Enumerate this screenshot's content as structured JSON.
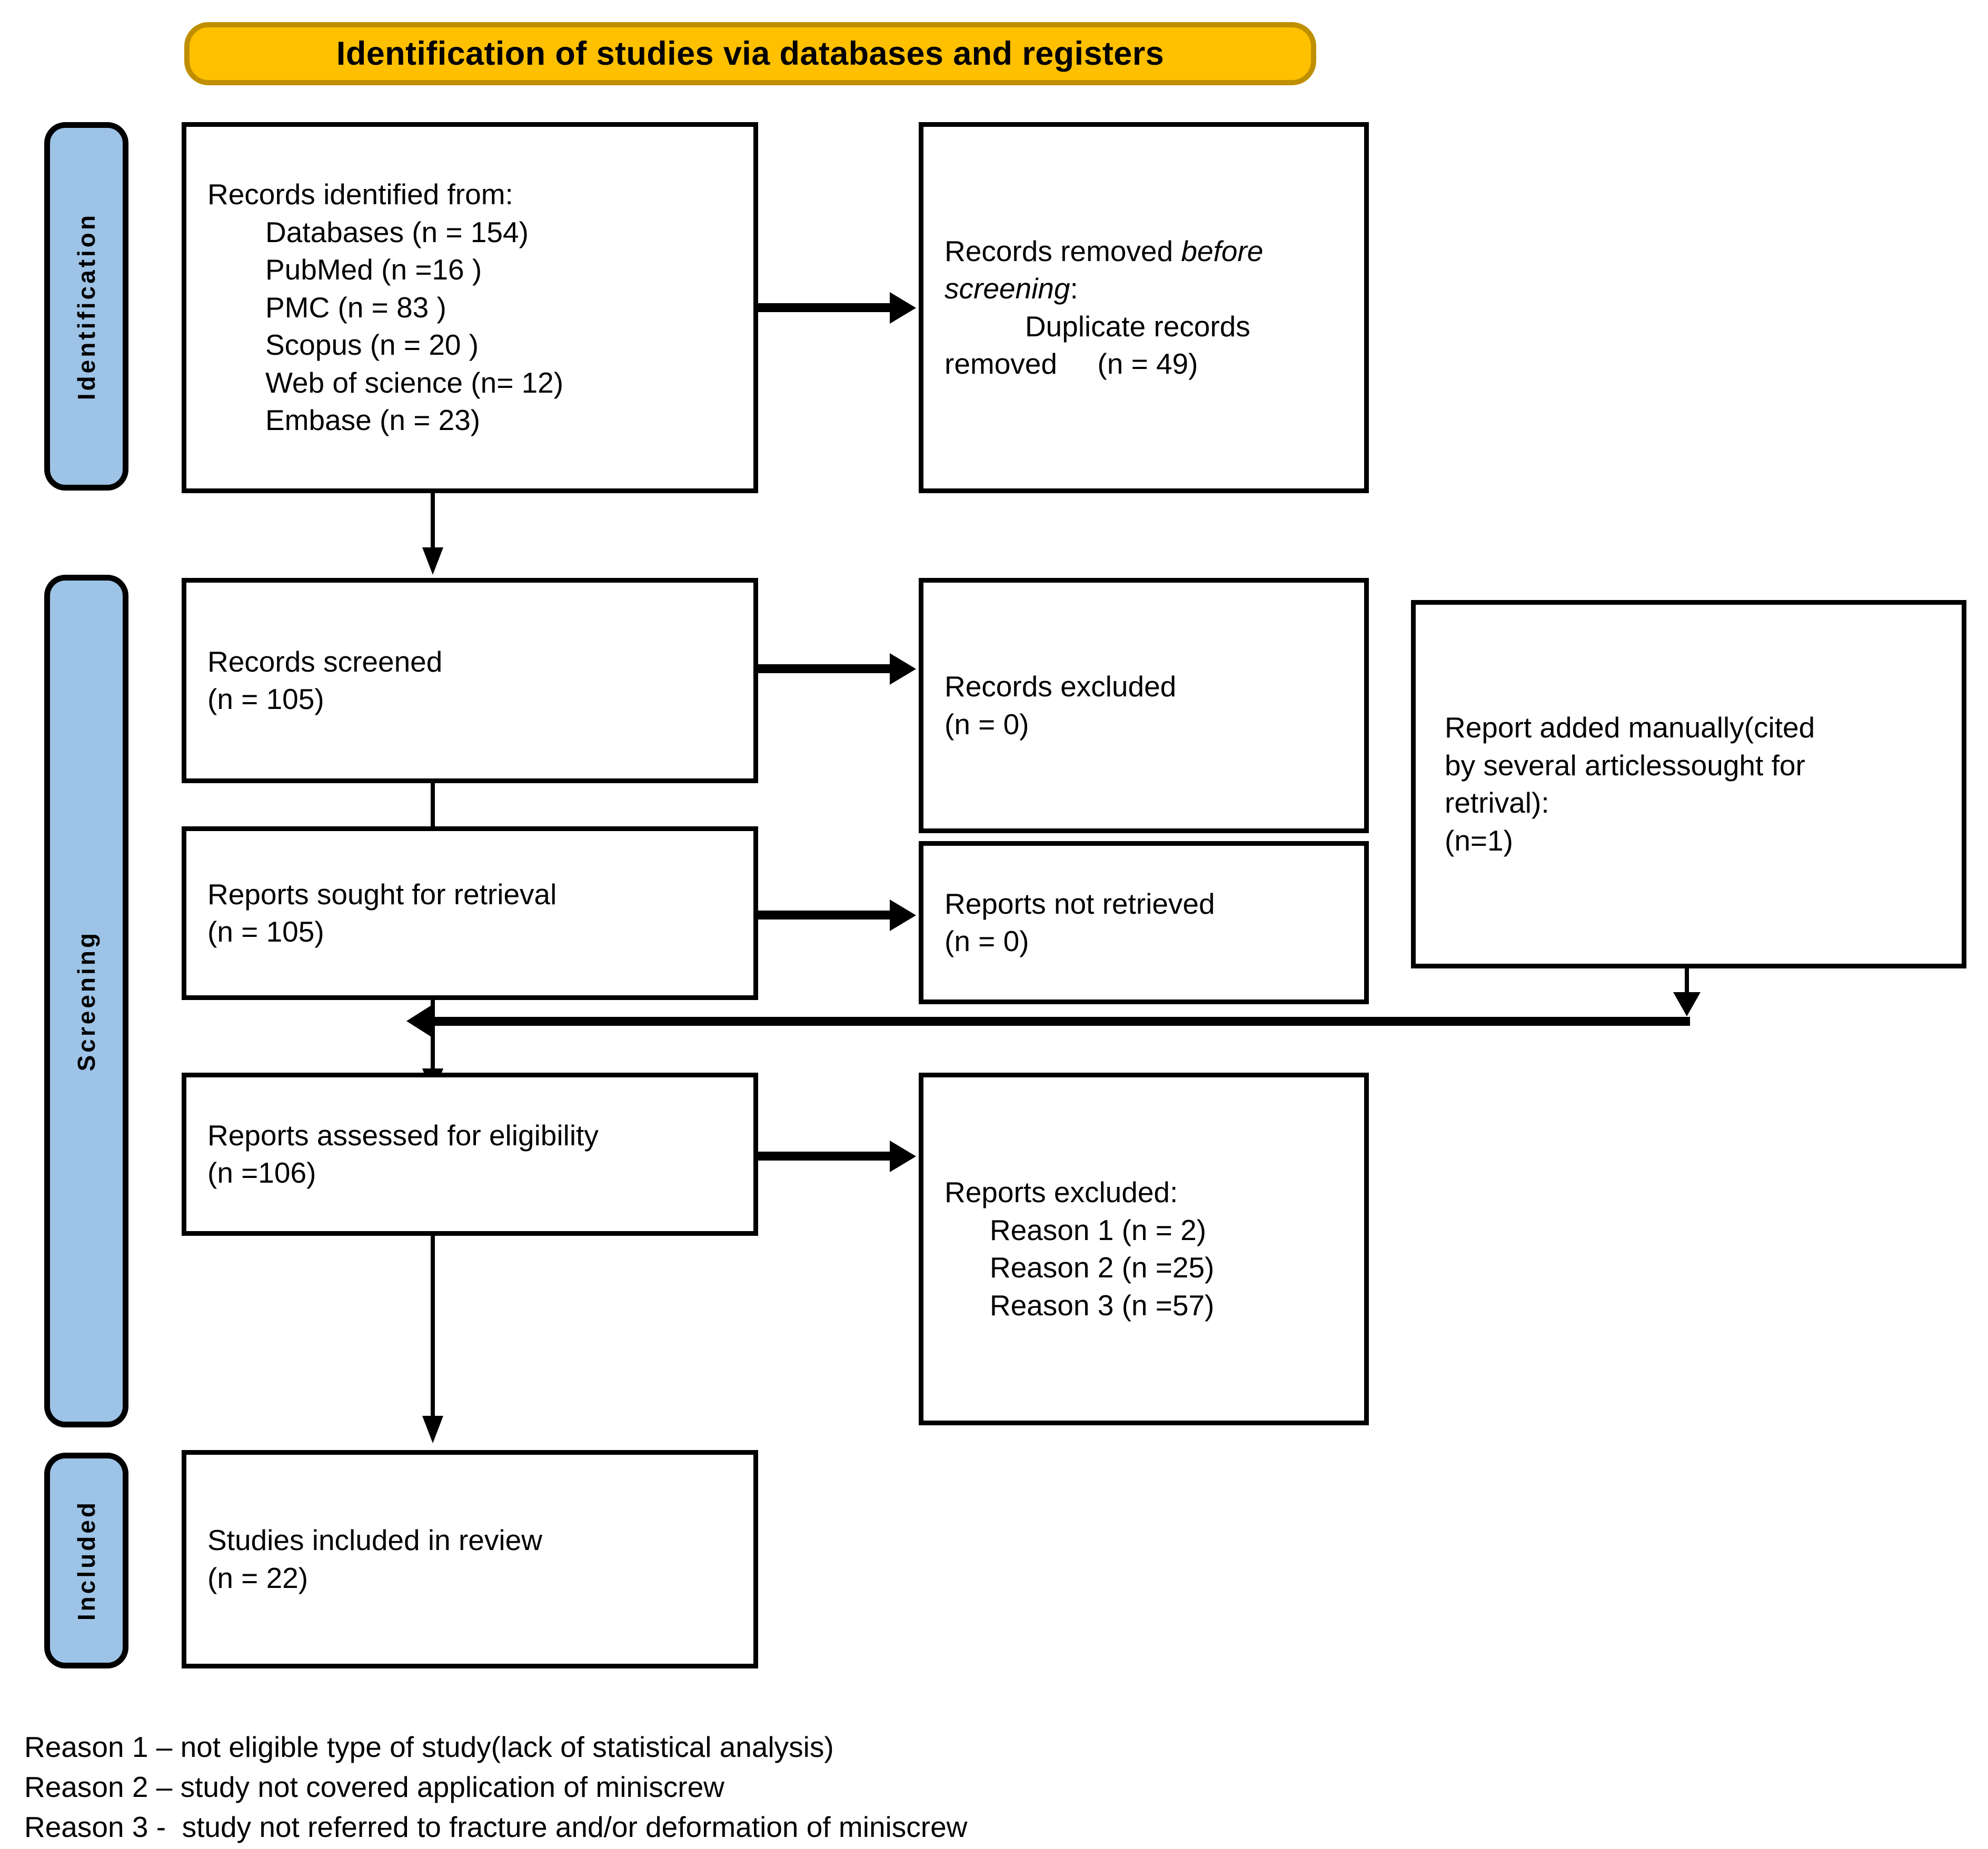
{
  "diagram": {
    "title": "PRISMA 2020 flow diagram",
    "colors": {
      "banner_fill": "#FFC000",
      "banner_border": "#BF8F00",
      "stage_fill": "#9DC3E6",
      "line": "#000000",
      "box_fill": "#FFFFFF"
    }
  },
  "banner": {
    "label": "Identification of studies via databases and registers"
  },
  "stages": [
    {
      "id": "identification",
      "label": "Identification"
    },
    {
      "id": "screening",
      "label": "Screening"
    },
    {
      "id": "included",
      "label": "Included"
    }
  ],
  "boxes": {
    "records_identified": {
      "heading": "Records identified from:",
      "sources": [
        "Databases (n = 154)",
        "PubMed (n =16 )",
        "PMC (n = 83 )",
        "Scopus (n = 20 )",
        "Web of science (n= 12)",
        "Embase (n = 23)"
      ]
    },
    "records_removed": {
      "line1_plain": "Records removed ",
      "line1_italic": "before",
      "line2_italic": "screening",
      "line2_plain": ":",
      "line3": "          Duplicate records",
      "line4": "removed     (n = 49)"
    },
    "records_screened": {
      "line1": "Records screened",
      "line2": "(n = 105)"
    },
    "records_excluded": {
      "line1": "Records excluded",
      "line2": "(n = 0)"
    },
    "reports_sought": {
      "line1": "Reports sought for retrieval",
      "line2": "(n = 105)"
    },
    "reports_not_retrieved": {
      "line1": "Reports not retrieved",
      "line2": "(n = 0)"
    },
    "report_added_manually": {
      "line1": "Report added manually(cited",
      "line2": "by several articlessought for",
      "line3": "retrival):",
      "line4": "(n=1)"
    },
    "reports_assessed": {
      "line1": "Reports assessed for eligibility",
      "line2": "(n =106)"
    },
    "reports_excluded": {
      "heading": "Reports excluded:",
      "reasons": [
        "   Reason 1 (n = 2)",
        "   Reason 2 (n =25)",
        "   Reason 3 (n =57)"
      ]
    },
    "studies_included": {
      "line1": "Studies included in review",
      "line2": "(n = 22)"
    }
  },
  "footnotes": [
    "Reason 1 – not eligible type of study(lack of statistical analysis)",
    "Reason 2 – study not covered application of miniscrew",
    "Reason 3 -  study not referred to fracture and/or deformation of miniscrew"
  ]
}
